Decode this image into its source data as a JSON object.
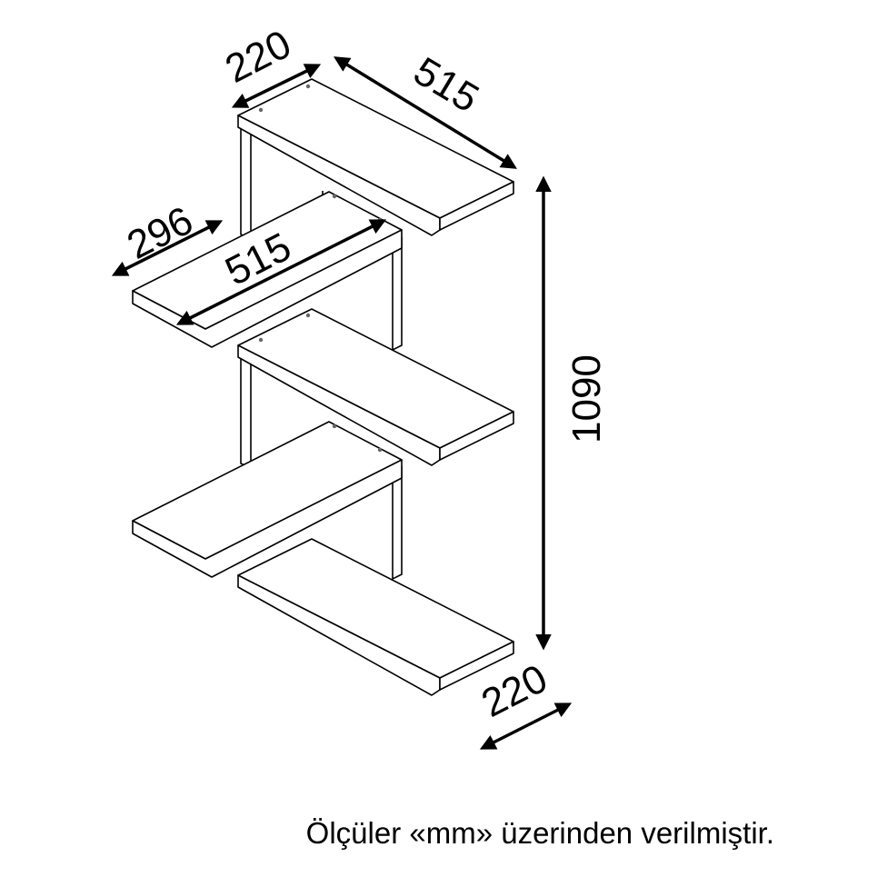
{
  "dimensions": {
    "top_depth": "220",
    "top_width": "515",
    "second_depth": "296",
    "second_width": "515",
    "total_height": "1090",
    "bottom_depth": "220"
  },
  "footnote": "Ölçüler «mm» üzerinden verilmiştir."
}
